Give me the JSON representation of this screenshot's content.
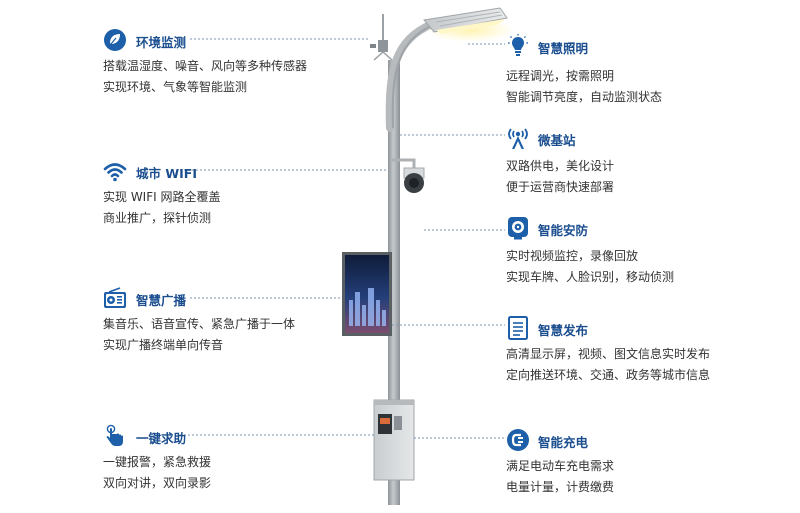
{
  "left_features": [
    {
      "id": "env",
      "title": "环境监测",
      "icon": "globe-leaf-icon",
      "lines": [
        "搭载温湿度、噪音、风向等多种传感器",
        "实现环境、气象等智能监测"
      ]
    },
    {
      "id": "wifi",
      "title": "城市 WIFI",
      "icon": "wifi-icon",
      "lines": [
        "实现 WIFI 网路全覆盖",
        "商业推广，探针侦测"
      ]
    },
    {
      "id": "broadcast",
      "title": "智慧广播",
      "icon": "radio-icon",
      "lines": [
        "集音乐、语音宣传、紧急广播于一体",
        "实现广播终端单向传音"
      ]
    },
    {
      "id": "sos",
      "title": "一键求助",
      "icon": "hand-press-icon",
      "lines": [
        "一键报警，紧急救援",
        "双向对讲，双向录影"
      ]
    }
  ],
  "right_features": [
    {
      "id": "lighting",
      "title": "智慧照明",
      "icon": "lightbulb-icon",
      "lines": [
        "远程调光，按需照明",
        "智能调节亮度，自动监测状态"
      ]
    },
    {
      "id": "base",
      "title": "微基站",
      "icon": "antenna-tower-icon",
      "lines": [
        "双路供电，美化设计",
        "便于运营商快速部署"
      ]
    },
    {
      "id": "security",
      "title": "智能安防",
      "icon": "camera-icon",
      "lines": [
        "实时视频监控，录像回放",
        "实现车牌、人脸识别，移动侦测"
      ]
    },
    {
      "id": "release",
      "title": "智慧发布",
      "icon": "document-icon",
      "lines": [
        "高清显示屏，视频、图文信息实时发布",
        "定向推送环境、交通、政务等城市信息"
      ]
    },
    {
      "id": "charging",
      "title": "智能充电",
      "icon": "charging-plug-icon",
      "lines": [
        "满足电动车充电需求",
        "电量计量，计费缴费"
      ]
    }
  ],
  "colors": {
    "title": "#1b4e8f",
    "icon": "#1d5fa8",
    "connector": "#7a96b4",
    "pole": "#a4a9ae"
  }
}
